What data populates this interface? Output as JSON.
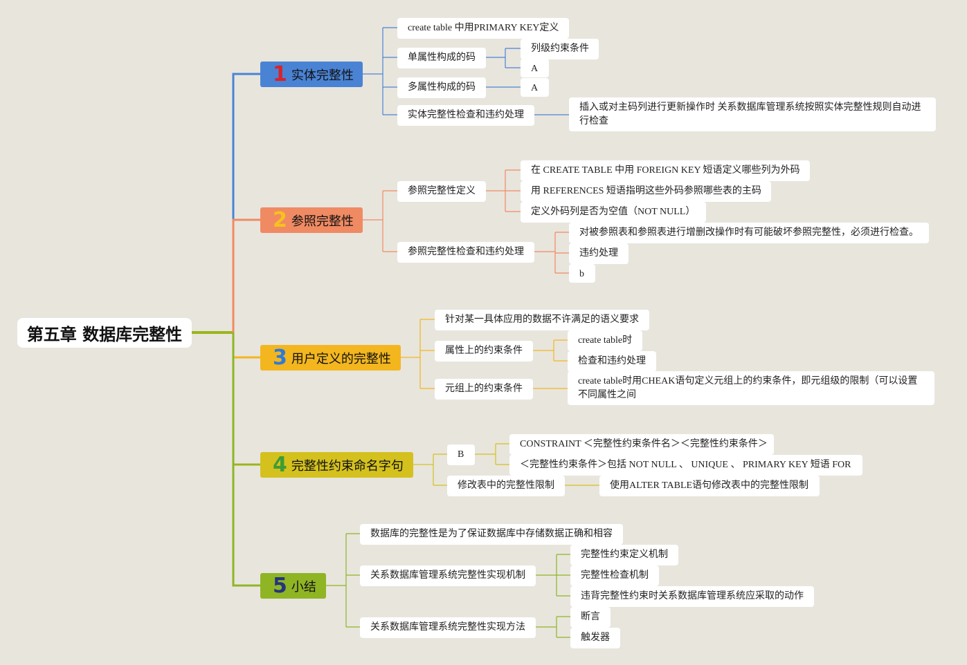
{
  "root": {
    "label": "第五章 数据库完整性",
    "color": "#9bb51a"
  },
  "branches": [
    {
      "num": "1",
      "label": "实体完整性",
      "color": "#4a83d4",
      "num_color": "#d8232a",
      "children": [
        {
          "label": "create table 中用PRIMARY KEY定义"
        },
        {
          "label": "单属性构成的码",
          "children": [
            "列级约束条件",
            "A"
          ]
        },
        {
          "label": "多属性构成的码",
          "children": [
            "A"
          ]
        },
        {
          "label": "实体完整性检查和违约处理",
          "children": [
            "插入或对主码列进行更新操作时 关系数据库管理系统按照实体完整性规则自动进行检查"
          ]
        }
      ]
    },
    {
      "num": "2",
      "label": "参照完整性",
      "color": "#f08a63",
      "num_color": "#f7c21c",
      "children": [
        {
          "label": "参照完整性定义",
          "children": [
            "在 CREATE TABLE 中用 FOREIGN KEY 短语定义哪些列为外码",
            "用 REFERENCES 短语指明这些外码参照哪些表的主码",
            "定义外码列是否为空值（NOT NULL）"
          ]
        },
        {
          "label": "参照完整性检查和违约处理",
          "children": [
            "对被参照表和参照表进行增删改操作时有可能破坏参照完整性，必须进行检查。",
            "违约处理",
            "b"
          ]
        }
      ]
    },
    {
      "num": "3",
      "label": "用户定义的完整性",
      "color": "#f3b61f",
      "num_color": "#2e7bd6",
      "children": [
        {
          "label": "针对某一具体应用的数据不许满足的语义要求"
        },
        {
          "label": "属性上的约束条件",
          "children": [
            "create table时",
            "检查和违约处理"
          ]
        },
        {
          "label": "元组上的约束条件",
          "children": [
            "create table时用CHEAK语句定义元组上的约束条件，即元组级的限制（可以设置不同属性之间"
          ]
        }
      ]
    },
    {
      "num": "4",
      "label": "完整性约束命名字句",
      "color": "#d4c11e",
      "num_color": "#3f9c35",
      "children": [
        {
          "label": "B",
          "children": [
            "CONSTRAINT ＜完整性约束条件名＞＜完整性约束条件＞",
            "＜完整性约束条件＞包括 NOT NULL 、 UNIQUE 、 PRIMARY KEY 短语 FOR"
          ]
        },
        {
          "label": "修改表中的完整性限制",
          "children": [
            "使用ALTER TABLE语句修改表中的完整性限制"
          ]
        }
      ]
    },
    {
      "num": "5",
      "label": "小结",
      "color": "#8fb524",
      "num_color": "#24357d",
      "children": [
        {
          "label": "数据库的完整性是为了保证数据库中存储数据正确和相容"
        },
        {
          "label": "关系数据库管理系统完整性实现机制",
          "children": [
            "完整性约束定义机制",
            "完整性检查机制",
            "违背完整性约束时关系数据库管理系统应采取的动作"
          ]
        },
        {
          "label": "关系数据库管理系统完整性实现方法",
          "children": [
            "断言",
            "触发器"
          ]
        }
      ]
    }
  ]
}
